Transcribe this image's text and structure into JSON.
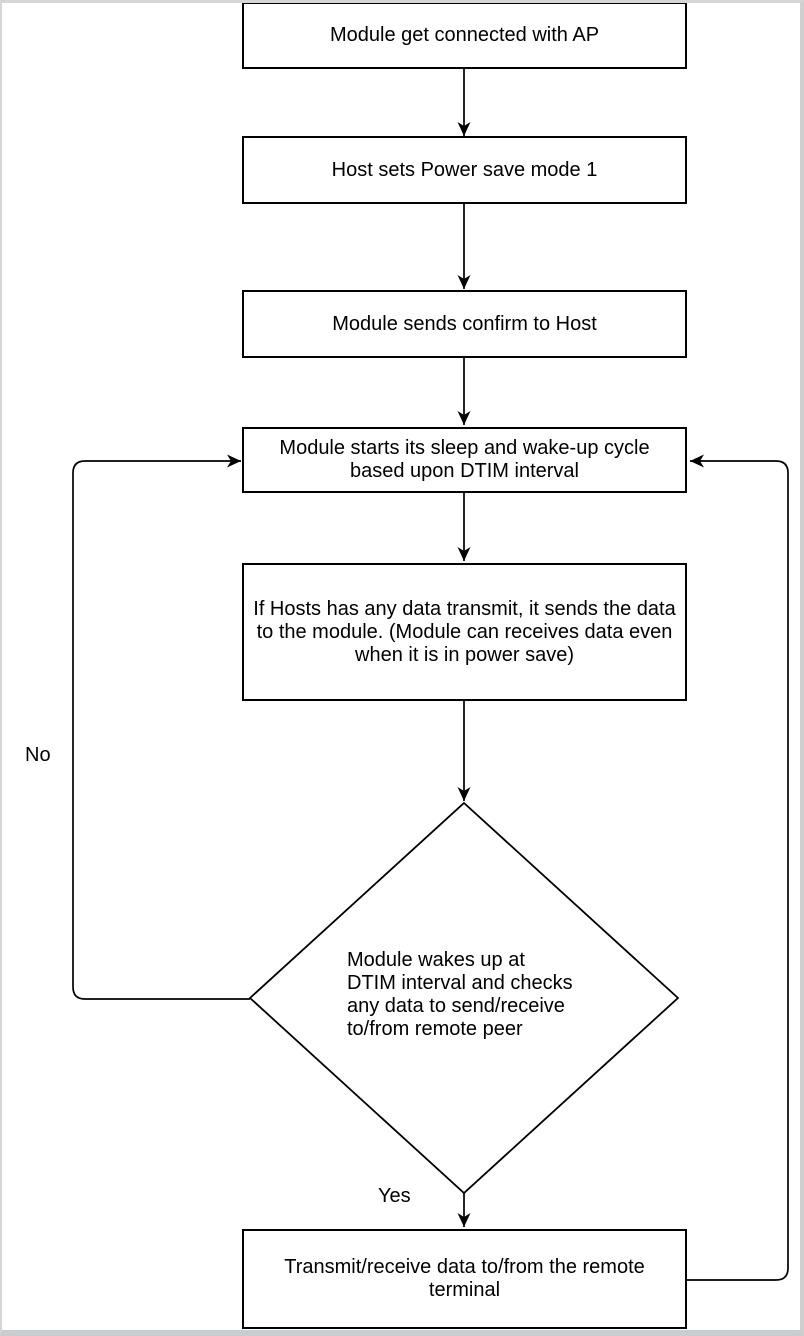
{
  "page": {
    "background_color": "#ffffff",
    "frame_color": "#d6d6d6",
    "stroke_color": "#000000",
    "node_fill_color": "#ffffff",
    "text_color": "#000000"
  },
  "flowchart": {
    "nodes": [
      {
        "id": "connect-ap",
        "type": "process",
        "label": "Module get connected with AP"
      },
      {
        "id": "set-power-save",
        "type": "process",
        "label": "Host sets Power save mode 1"
      },
      {
        "id": "confirm-host",
        "type": "process",
        "label": "Module sends confirm to Host"
      },
      {
        "id": "sleep-cycle",
        "type": "process",
        "label": "Module starts its sleep and wake-up cycle\nbased upon DTIM interval"
      },
      {
        "id": "host-sends-data",
        "type": "process",
        "label": "If Hosts has any data transmit, it sends the data\nto the module. (Module can receives data even\nwhen it is in power save)"
      },
      {
        "id": "wake-check",
        "type": "decision",
        "label": "Module wakes up at\nDTIM interval and checks\nany data to send/receive\nto/from remote peer"
      },
      {
        "id": "transmit-receive",
        "type": "process",
        "label": "Transmit/receive data to/from the remote\nterminal"
      }
    ],
    "edge_labels": {
      "yes": "Yes",
      "no": "No"
    }
  }
}
